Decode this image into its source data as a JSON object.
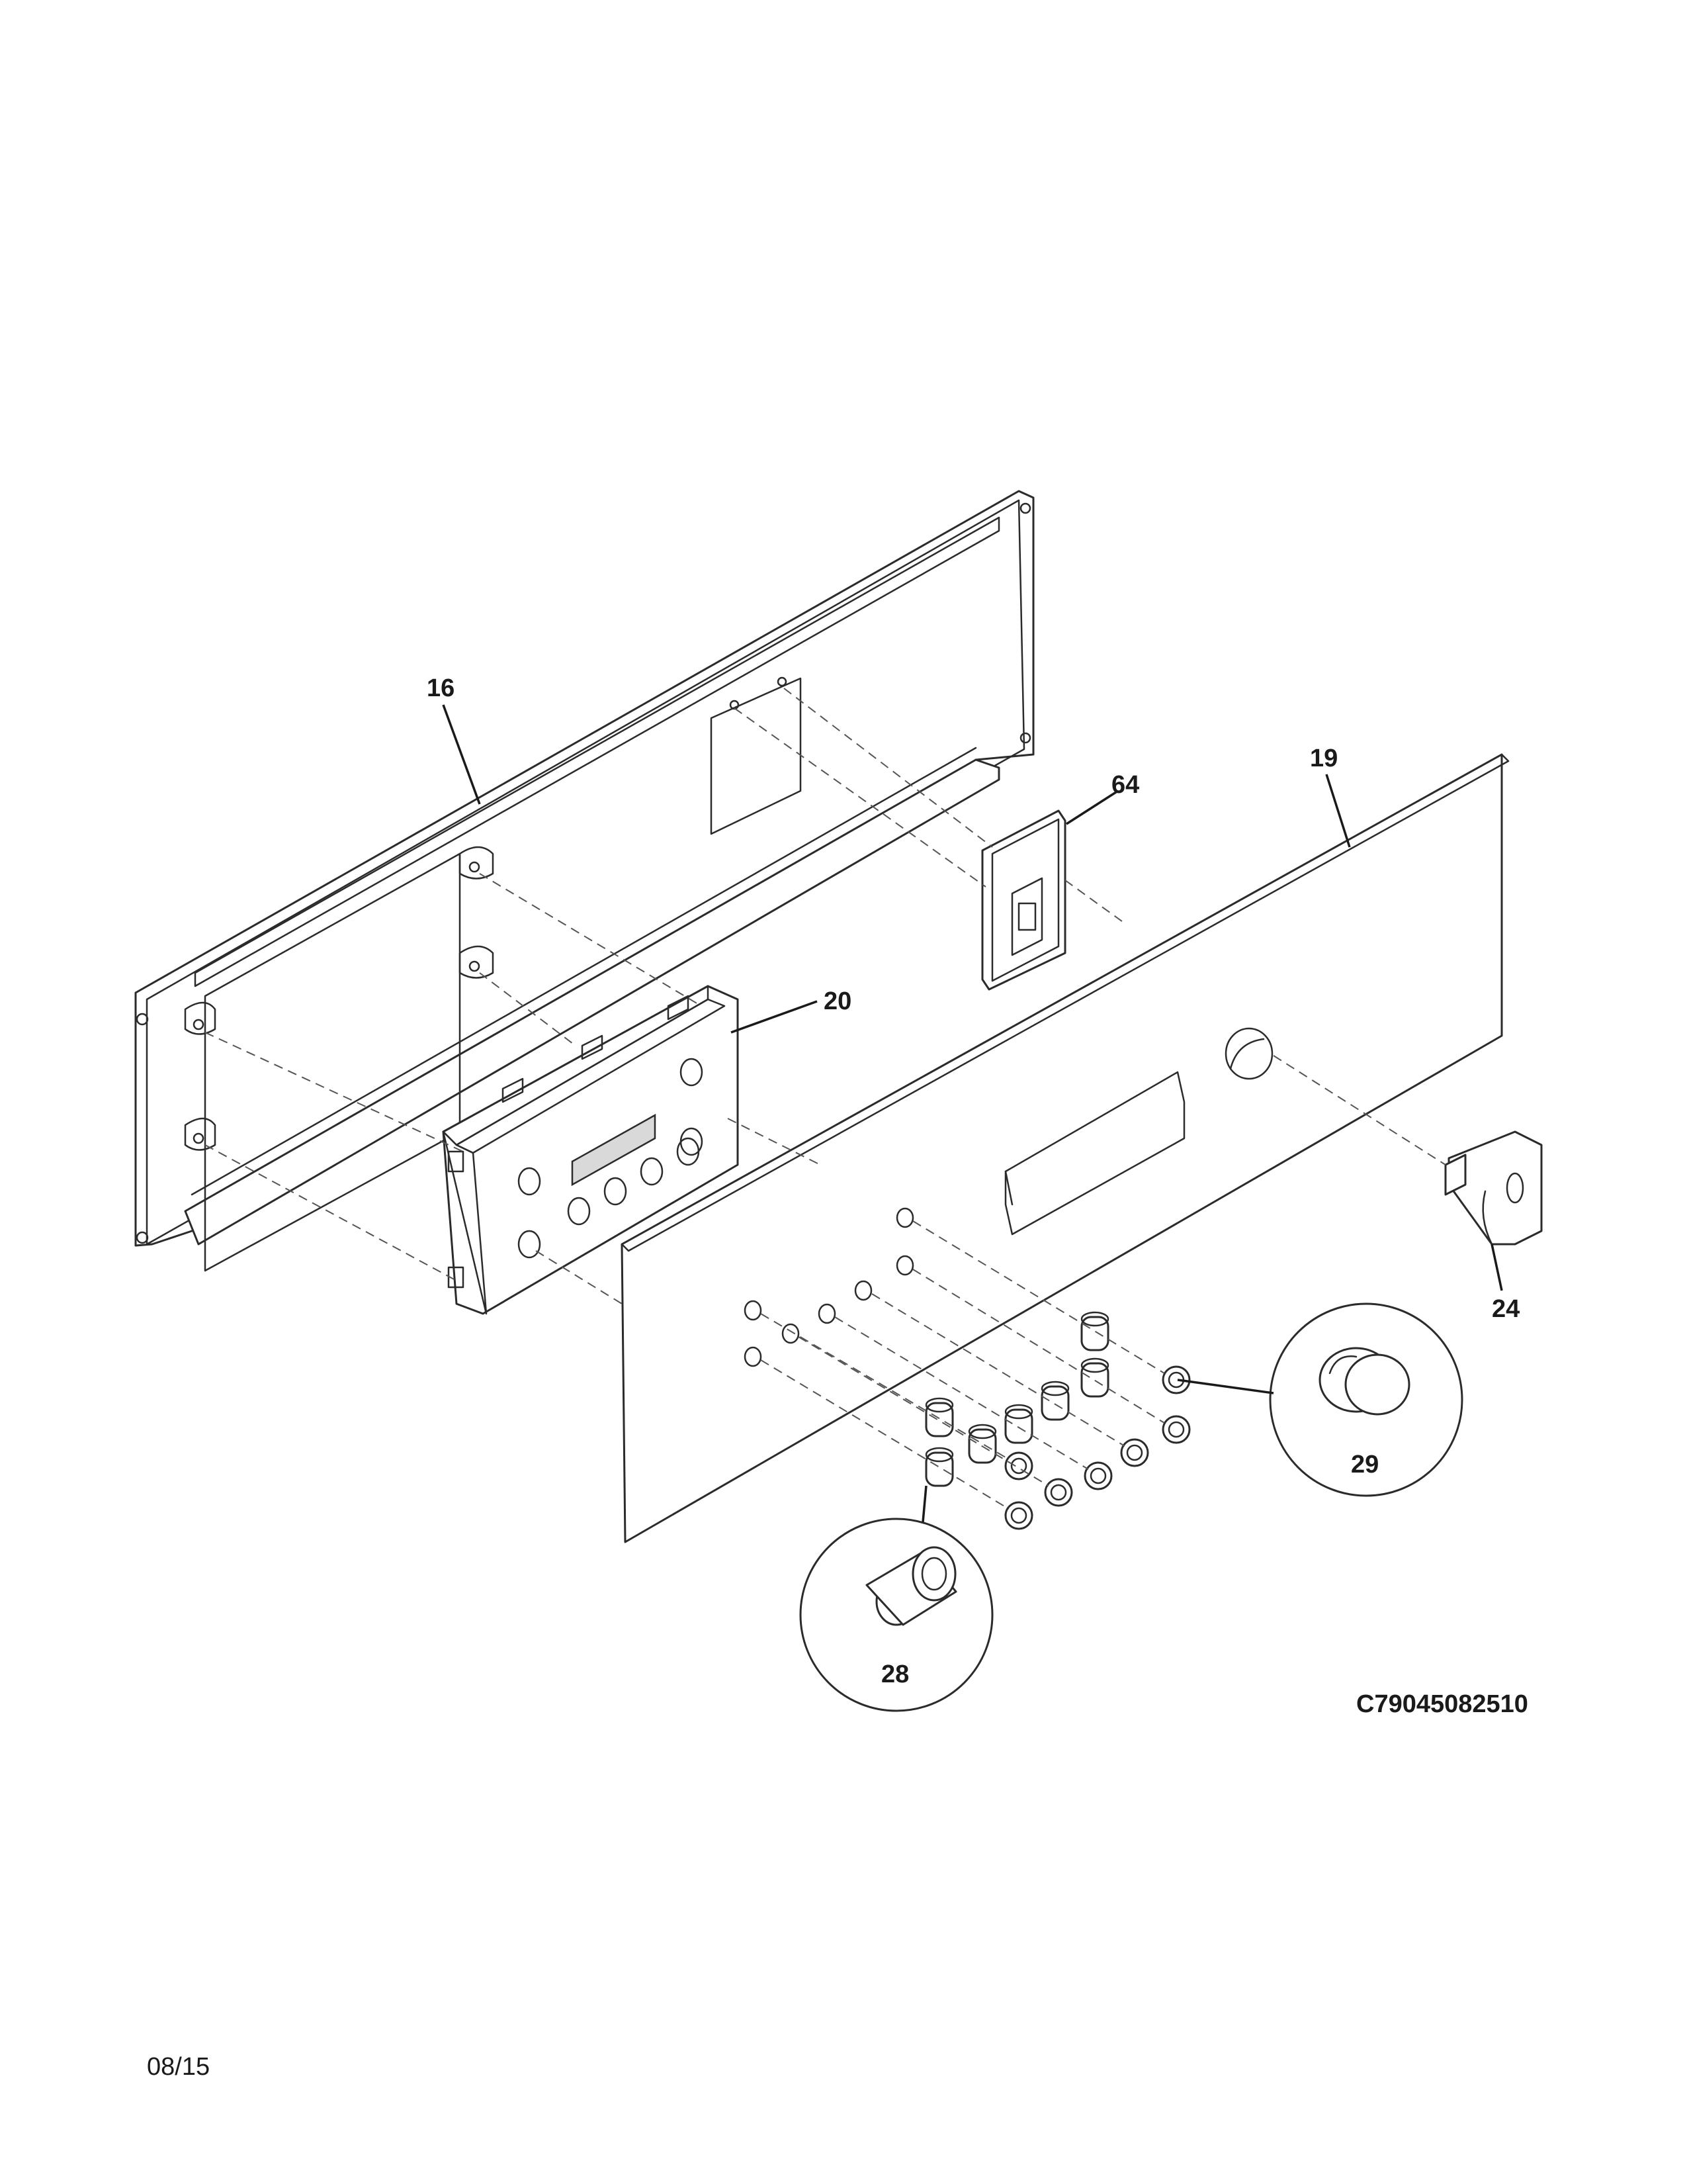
{
  "callouts": {
    "c16": "16",
    "c19": "19",
    "c20": "20",
    "c24": "24",
    "c28": "28",
    "c29": "29",
    "c64": "64"
  },
  "diagram_code": "C79045082510",
  "date_code": "08/15",
  "colors": {
    "line": "#2b2b2b",
    "background": "#ffffff",
    "shade": "#d9d9d9"
  }
}
